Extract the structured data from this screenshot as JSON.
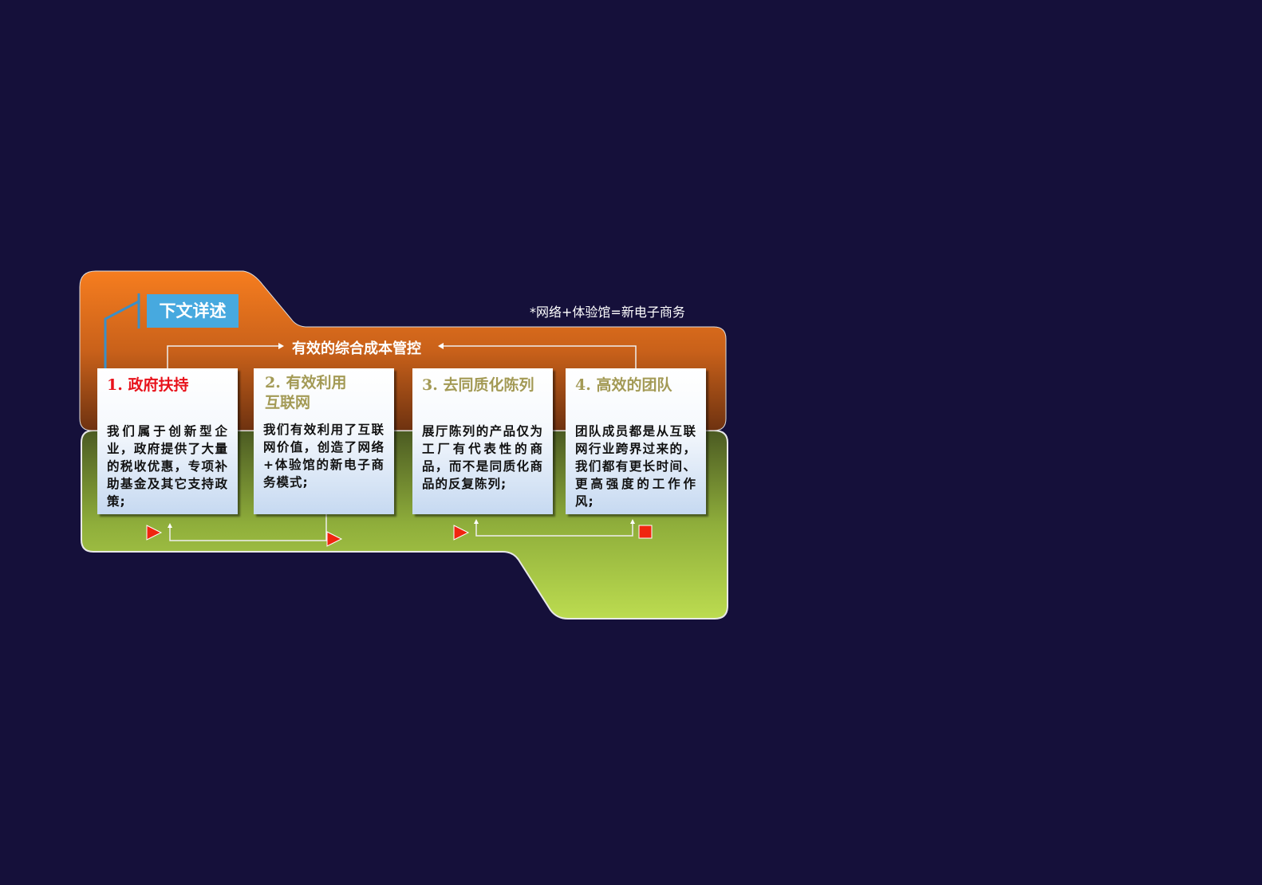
{
  "tag_label": "下文详述",
  "note": "*网络+体验馆=新电子商务",
  "control_label": "有效的综合成本管控",
  "cards": [
    {
      "title": "1. 政府扶持",
      "body": "我们属于创新型企业，政府提供了大量的税收优惠，专项补助基金及其它支持政策;"
    },
    {
      "title": "2. 有效利用\n互联网",
      "body": "我们有效利用了互联网价值，创造了网络+体验馆的新电子商务模式;"
    },
    {
      "title": "3. 去同质化陈列",
      "body": "展厅陈列的产品仅为工厂有代表性的商品，而不是同质化商品的反复陈列;"
    },
    {
      "title": "4. 高效的团队",
      "body": "团队成员都是从互联网行业跨界过来的，我们都有更长时间、更高强度的工作作风;"
    }
  ],
  "colors": {
    "background": "#15103a",
    "orange": "#f47b20",
    "green": "#b8d84e",
    "tag": "#47a9df",
    "title_red": "#e8121b",
    "title_gold": "#a39a55"
  }
}
